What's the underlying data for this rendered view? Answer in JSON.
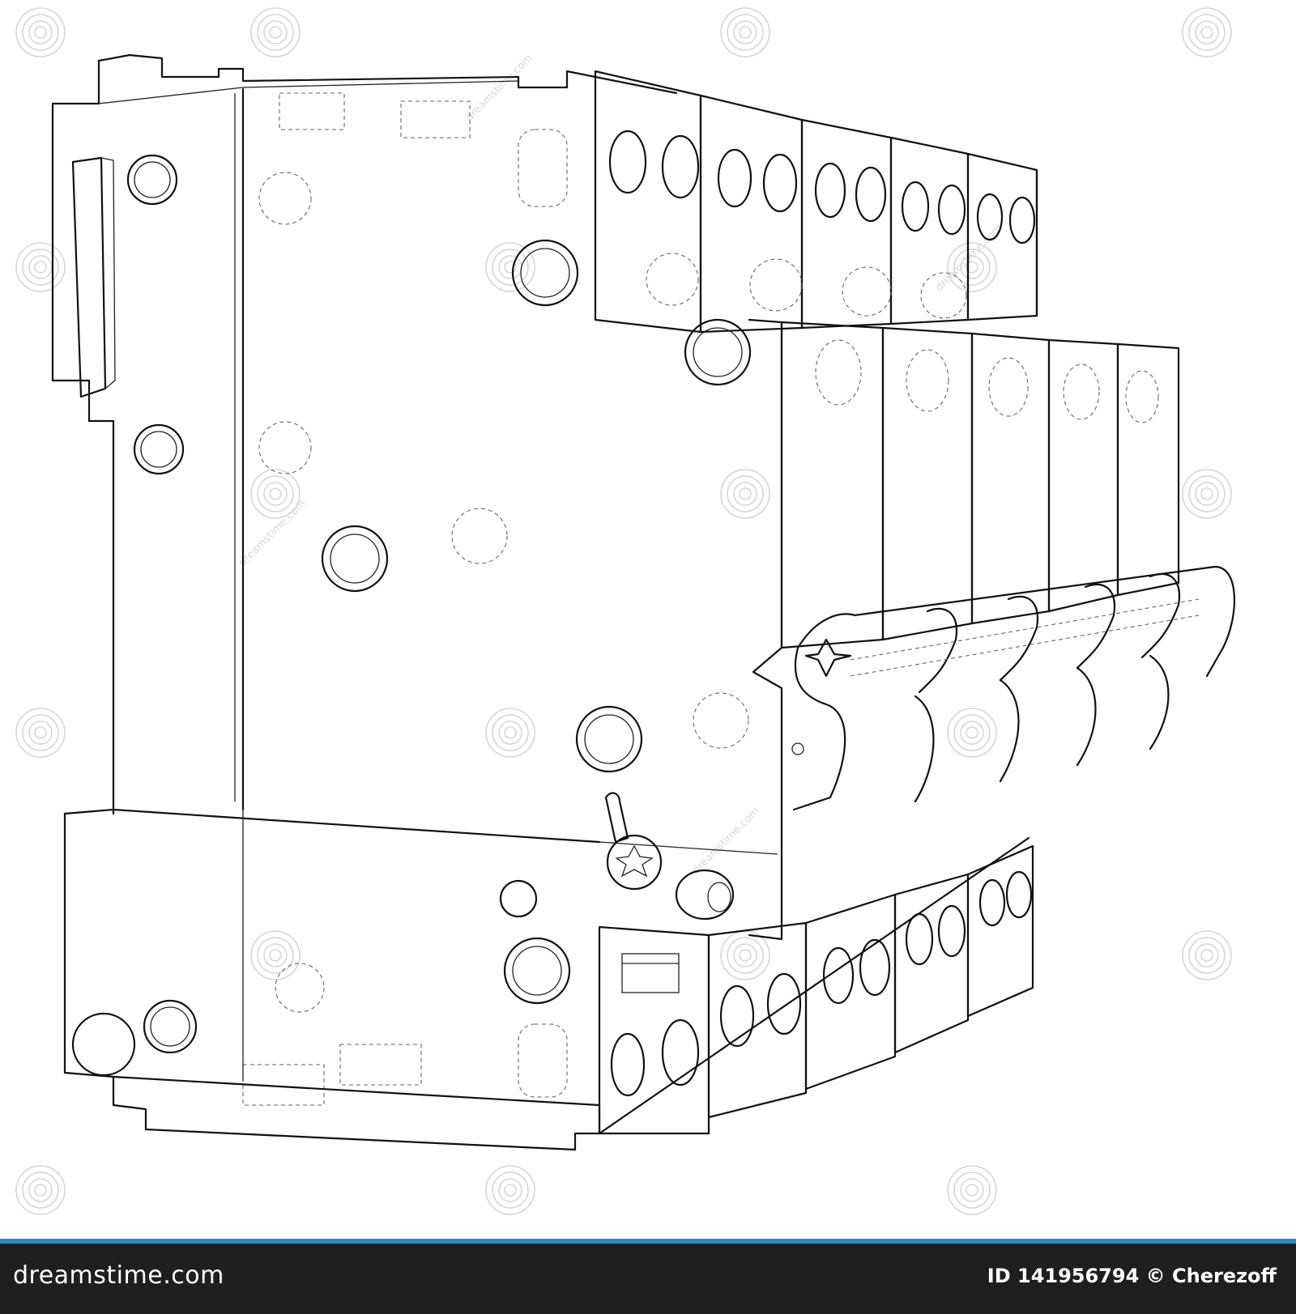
{
  "figure": {
    "subject": "circuit-breaker-block-wireframe",
    "breaker_modules_upper": 5,
    "breaker_modules_lower": 5
  },
  "watermark": {
    "text": "dreamstime.com",
    "icon": "spiral-logo"
  },
  "footer": {
    "brand": "dreamstime.com",
    "image_id": "ID 141956794",
    "copyright_symbol": "©",
    "author": "Cherezoff"
  }
}
